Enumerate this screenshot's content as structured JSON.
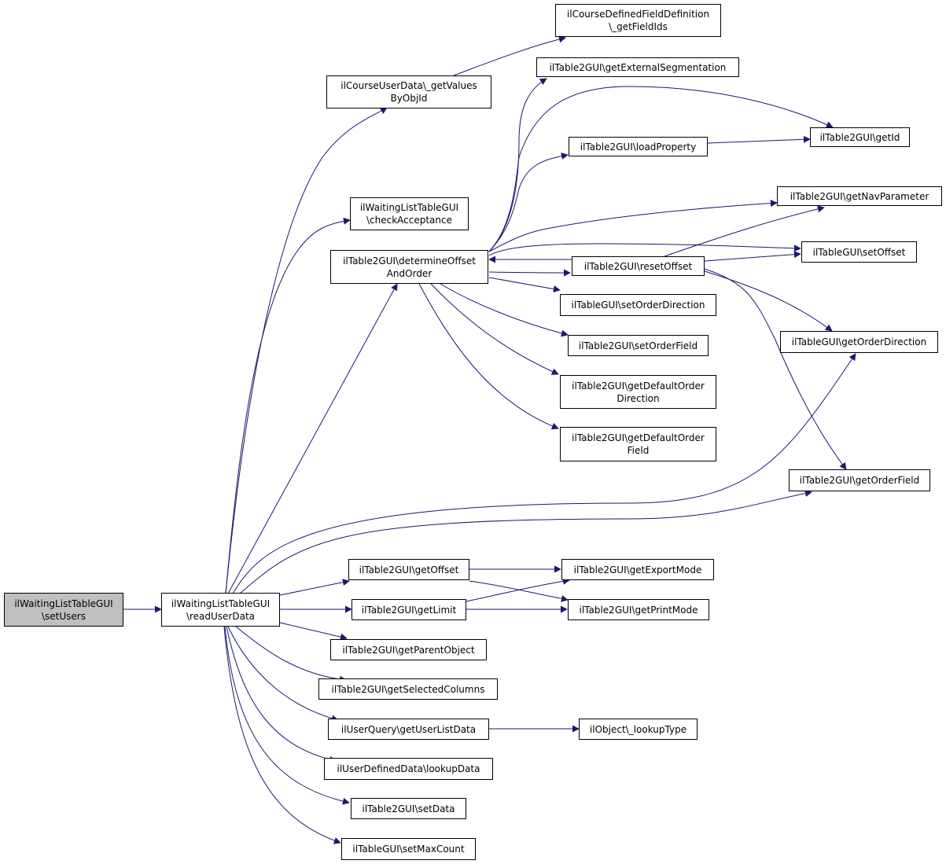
{
  "colors": {
    "edge": "#191970",
    "root_fill": "#bfbfbf",
    "node_fill": "#ffffff",
    "border": "#000000"
  },
  "nodes": {
    "setUsers": [
      "ilWaitingListTableGUI",
      "\\setUsers"
    ],
    "readUserData": [
      "ilWaitingListTableGUI",
      "\\readUserData"
    ],
    "getValuesByObjId": [
      "ilCourseUserData\\_getValues",
      "ByObjId"
    ],
    "getFieldIds": [
      "ilCourseDefinedFieldDefinition",
      "\\_getFieldIds"
    ],
    "getExternalSegmentation": [
      "ilTable2GUI\\getExternalSegmentation"
    ],
    "getId": [
      "ilTable2GUI\\getId"
    ],
    "loadProperty": [
      "ilTable2GUI\\loadProperty"
    ],
    "checkAcceptance": [
      "ilWaitingListTableGUI",
      "\\checkAcceptance"
    ],
    "getNavParameter": [
      "ilTable2GUI\\getNavParameter"
    ],
    "determineOffsetAndOrder": [
      "ilTable2GUI\\determineOffset",
      "AndOrder"
    ],
    "setOffset": [
      "ilTableGUI\\setOffset"
    ],
    "resetOffset": [
      "ilTable2GUI\\resetOffset"
    ],
    "setOrderDirection": [
      "ilTableGUI\\setOrderDirection"
    ],
    "getOrderDirection": [
      "ilTableGUI\\getOrderDirection"
    ],
    "setOrderField": [
      "ilTable2GUI\\setOrderField"
    ],
    "getDefaultOrderDirection": [
      "ilTable2GUI\\getDefaultOrder",
      "Direction"
    ],
    "getDefaultOrderField": [
      "ilTable2GUI\\getDefaultOrder",
      "Field"
    ],
    "getOrderField": [
      "ilTable2GUI\\getOrderField"
    ],
    "getOffset": [
      "ilTable2GUI\\getOffset"
    ],
    "getExportMode": [
      "ilTable2GUI\\getExportMode"
    ],
    "getLimit": [
      "ilTable2GUI\\getLimit"
    ],
    "getPrintMode": [
      "ilTable2GUI\\getPrintMode"
    ],
    "getParentObject": [
      "ilTable2GUI\\getParentObject"
    ],
    "getSelectedColumns": [
      "ilTable2GUI\\getSelectedColumns"
    ],
    "getUserListData": [
      "ilUserQuery\\getUserListData"
    ],
    "lookupType": [
      "ilObject\\_lookupType"
    ],
    "lookupData": [
      "ilUserDefinedData\\lookupData"
    ],
    "setData": [
      "ilTable2GUI\\setData"
    ],
    "setMaxCount": [
      "ilTableGUI\\setMaxCount"
    ]
  }
}
